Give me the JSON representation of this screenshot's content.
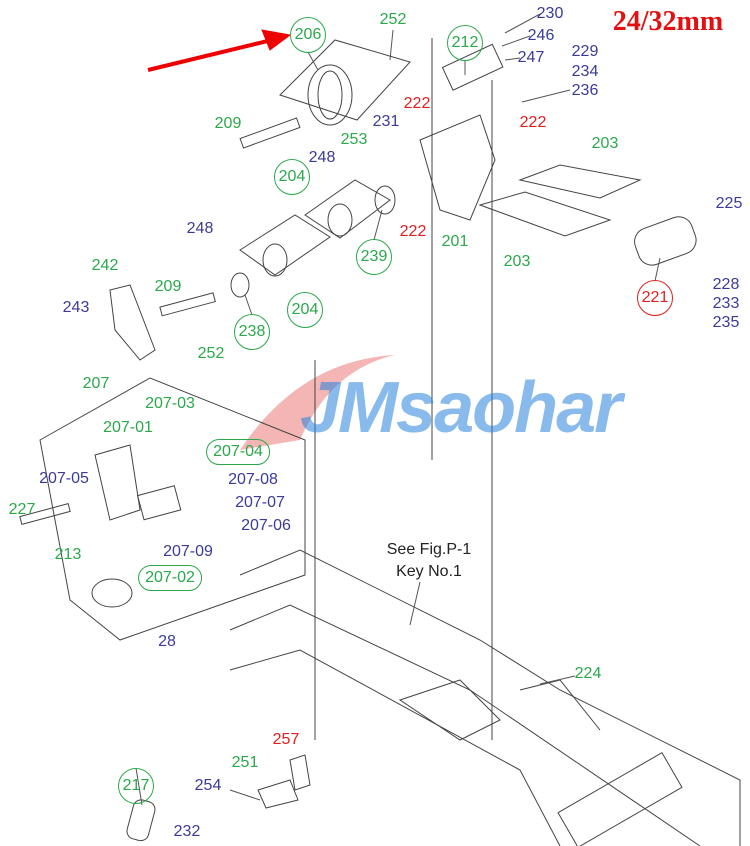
{
  "title": "24/32mm",
  "watermark": "JMsaohar",
  "note": {
    "line1": "See Fig.P-1",
    "line2": "Key No.1"
  },
  "labels": [
    {
      "text": "206"
    },
    {
      "text": "252"
    },
    {
      "text": "212"
    },
    {
      "text": "230"
    },
    {
      "text": "246"
    },
    {
      "text": "247"
    },
    {
      "text": "229"
    },
    {
      "text": "234"
    },
    {
      "text": "236"
    },
    {
      "text": "209"
    },
    {
      "text": "222"
    },
    {
      "text": "231"
    },
    {
      "text": "222"
    },
    {
      "text": "253"
    },
    {
      "text": "248"
    },
    {
      "text": "203"
    },
    {
      "text": "204"
    },
    {
      "text": "239"
    },
    {
      "text": "222"
    },
    {
      "text": "201"
    },
    {
      "text": "203"
    },
    {
      "text": "225"
    },
    {
      "text": "228"
    },
    {
      "text": "233"
    },
    {
      "text": "235"
    },
    {
      "text": "221"
    },
    {
      "text": "248"
    },
    {
      "text": "242"
    },
    {
      "text": "209"
    },
    {
      "text": "243"
    },
    {
      "text": "238"
    },
    {
      "text": "204"
    },
    {
      "text": "252"
    },
    {
      "text": "207"
    },
    {
      "text": "207-03"
    },
    {
      "text": "207-01"
    },
    {
      "text": "207-04"
    },
    {
      "text": "207-05"
    },
    {
      "text": "207-08"
    },
    {
      "text": "207-07"
    },
    {
      "text": "227"
    },
    {
      "text": "207-06"
    },
    {
      "text": "213"
    },
    {
      "text": "207-09"
    },
    {
      "text": "207-02"
    },
    {
      "text": "28"
    },
    {
      "text": "224"
    },
    {
      "text": "257"
    },
    {
      "text": "251"
    },
    {
      "text": "217"
    },
    {
      "text": "254"
    },
    {
      "text": "232"
    }
  ],
  "colors": {
    "green": "#2aa84a",
    "blue": "#3a3a9a",
    "red": "#e02020"
  }
}
